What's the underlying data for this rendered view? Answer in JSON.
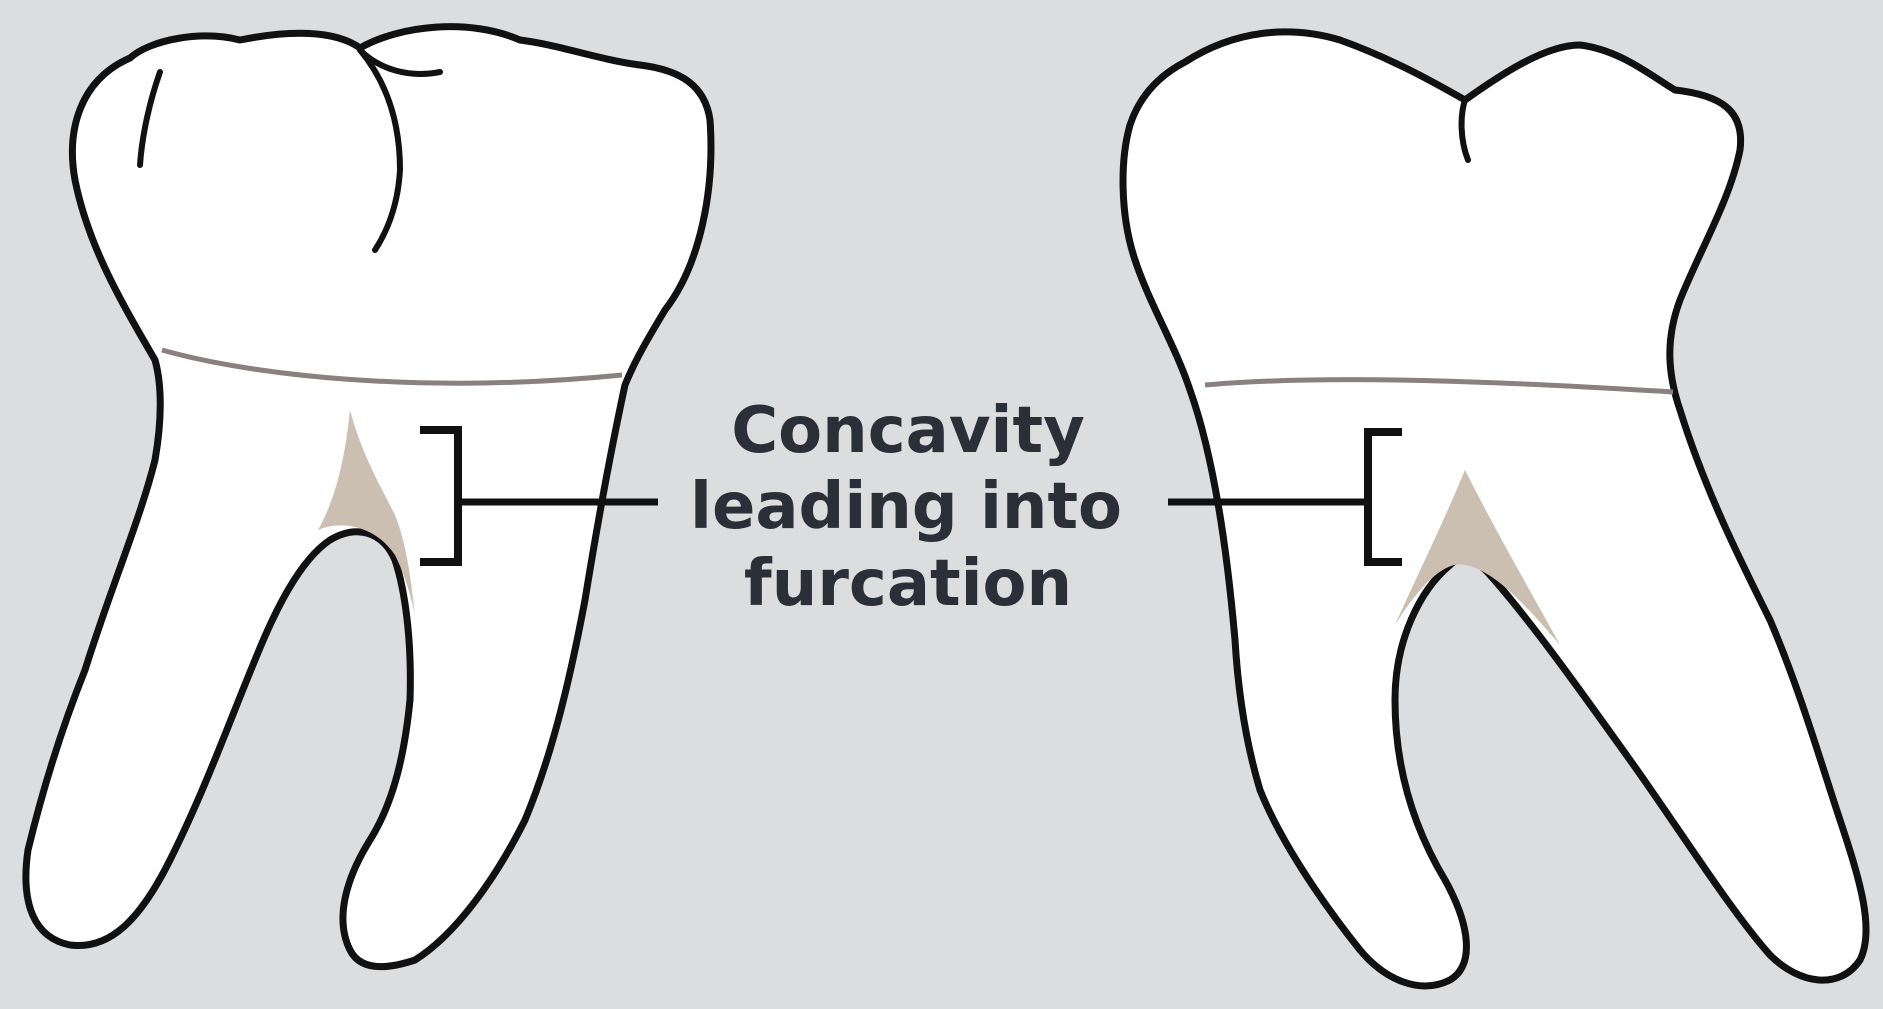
{
  "diagram": {
    "label_lines": [
      "Concavity",
      "leading into",
      "furcation"
    ],
    "colors": {
      "background": "#dcdddf",
      "tooth_fill": "#ffffff",
      "outline": "#111111",
      "cej_line": "#8a8080",
      "concavity_fill": "#cbbfb2"
    }
  }
}
